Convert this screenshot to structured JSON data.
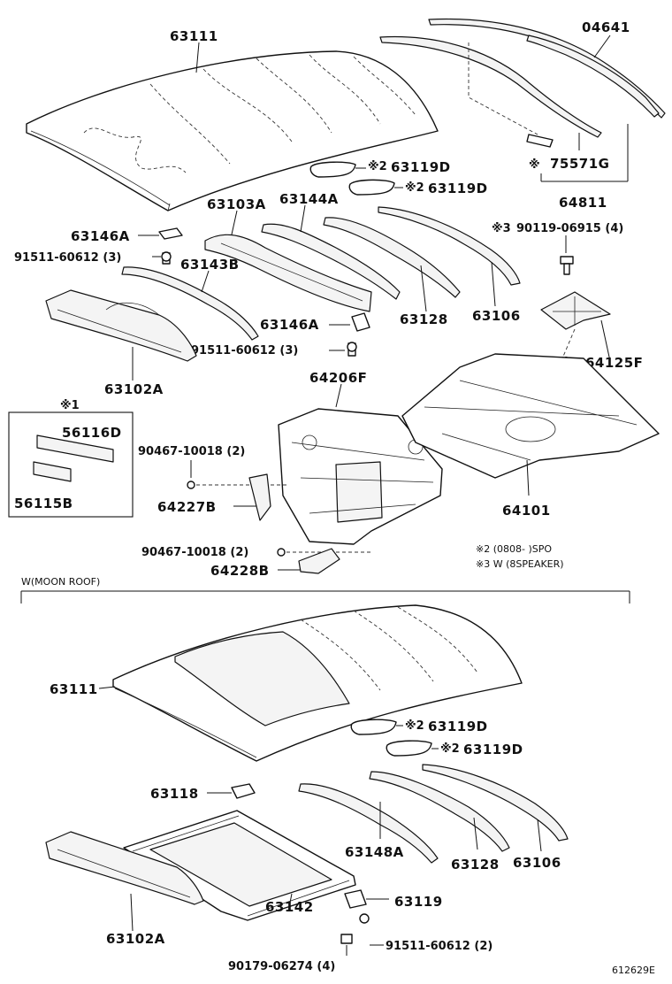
{
  "labels": {
    "roof_panel": "63111",
    "windshield_moulding": "04641",
    "pad_a": "63119D",
    "pad_b": "63119D",
    "mark2_a": "※2",
    "mark2_b": "※2",
    "mark1_item": "※",
    "moulding_clip": "75571G",
    "moulding_set": "64811",
    "bow_front": "63103A",
    "bow_center": "63144A",
    "bracket_left": "63146A",
    "bolt_left": "91511-60612 (3)",
    "reinforcement": "63143B",
    "bracket_center": "63146A",
    "bolt_center": "91511-60612 (3)",
    "front_header": "63102A",
    "rear_bow": "63128",
    "rear_header": "63106",
    "mark3_a": "※3",
    "speaker_nut": "90119-06915 (4)",
    "speaker_bracket": "64125F",
    "mark3_b": "※3",
    "package_tray": "64206F",
    "inset_mark": "※1",
    "inset_part_a": "56116D",
    "inset_part_b": "56115B",
    "clip_a": "90467-10018 (2)",
    "bracket_a": "64227B",
    "clip_b": "90467-10018 (2)",
    "bracket_b": "64228B",
    "floor_pan": "64101",
    "note_line_1": "※2 (0808-      )SPO",
    "note_line_2": "※3 W (8SPEAKER)",
    "section_title": "W(MOON ROOF)",
    "mr_roof_panel": "63111",
    "mr_pad_a": "63119D",
    "mr_pad_b": "63119D",
    "mr_mark2_a": "※2",
    "mr_mark2_b": "※2",
    "mr_bracket": "63118",
    "mr_bow": "63148A",
    "mr_rear_bow": "63128",
    "mr_rear_header": "63106",
    "mr_front_header": "63102A",
    "mr_frame": "63142",
    "mr_bracket_rear": "63119",
    "mr_bolt": "91511-60612 (2)",
    "mr_screw": "90179-06274 (4)",
    "figure_code": "612629E"
  }
}
